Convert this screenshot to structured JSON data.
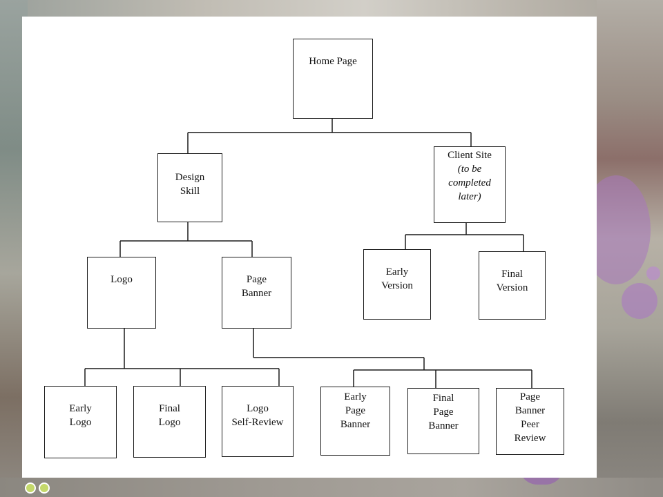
{
  "diagram": {
    "nodes": {
      "home_page": {
        "label": "Home Page"
      },
      "design_skill": {
        "label": "Design\nSkill"
      },
      "client_site": {
        "label": "Client Site",
        "note": "(to be\ncompleted\nlater)",
        "close": ")"
      },
      "logo": {
        "label": "Logo"
      },
      "page_banner": {
        "label": "Page\nBanner"
      },
      "client_early": {
        "label": "Early\nVersion"
      },
      "client_final": {
        "label": "Final\nVersion"
      },
      "early_logo": {
        "label": "Early\nLogo"
      },
      "final_logo": {
        "label": "Final\nLogo"
      },
      "logo_self_review": {
        "label": "Logo\nSelf-Review"
      },
      "early_page_banner": {
        "label": "Early\nPage\nBanner"
      },
      "final_page_banner": {
        "label": "Final\nPage\nBanner"
      },
      "page_banner_peer_review": {
        "label": "Page\nBanner\nPeer\nReview"
      }
    }
  },
  "colors": {
    "line": "#1a1a1a",
    "panel": "#ffffff",
    "accent_dot": "#c4d86b",
    "decor_purple": "#a876be"
  }
}
